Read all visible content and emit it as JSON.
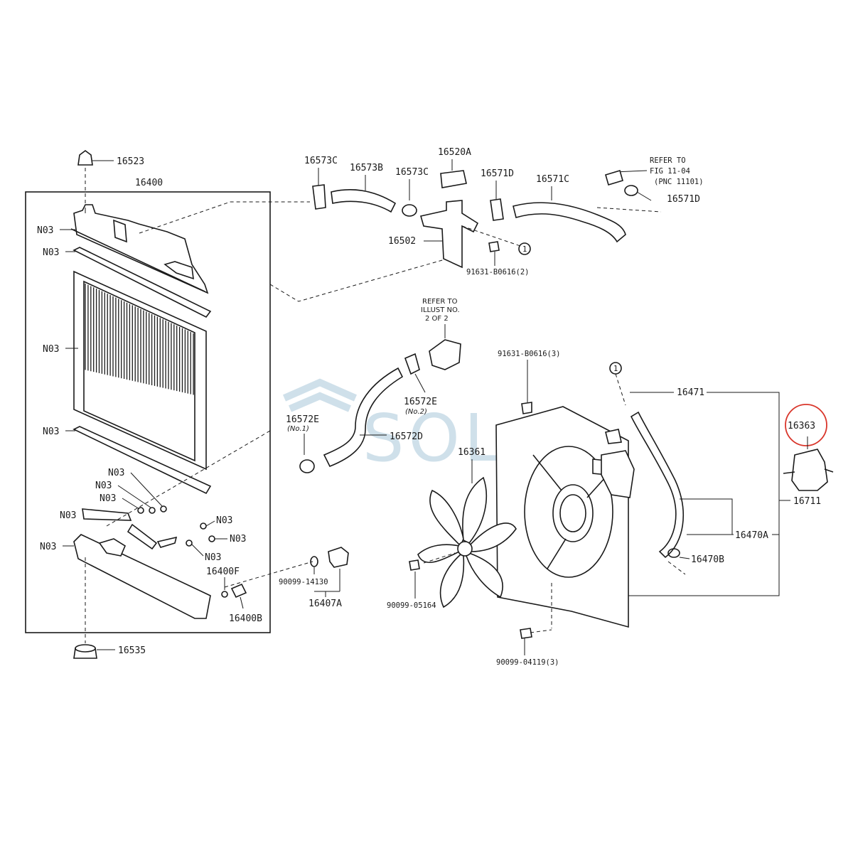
{
  "labels": {
    "p16523": "16523",
    "p16400": "16400",
    "n03": "N03",
    "p16573C": "16573C",
    "p16573B": "16573B",
    "p16520A": "16520A",
    "p16571D": "16571D",
    "p16571C": "16571C",
    "p16502": "16502",
    "b91631_2": "91631-B0616(2)",
    "refer1": "REFER TO",
    "refer1b": "FIG 11-04",
    "refer1c": "(PNC 11101)",
    "refer2": "REFER TO",
    "refer2b": "ILLUST NO.",
    "refer2c": "2 OF 2",
    "p16572E": "16572E",
    "no1": "(No.1)",
    "no2": "(No.2)",
    "p16572D": "16572D",
    "b91631_3": "91631-B0616(3)",
    "p16471": "16471",
    "p16363": "16363",
    "p16711": "16711",
    "p16361": "16361",
    "p16470A": "16470A",
    "p16470B": "16470B",
    "p16400F": "16400F",
    "p16400B": "16400B",
    "p16407A": "16407A",
    "b90099_14130": "90099-14130",
    "b90099_05164": "90099-05164",
    "b90099_04119": "90099-04119(3)",
    "p16535": "16535",
    "circle1": "1",
    "watermark": "SOL"
  },
  "colors": {
    "line": "#1a1a1a",
    "highlight": "#d9362b",
    "watermark": "#cfe0ea"
  }
}
